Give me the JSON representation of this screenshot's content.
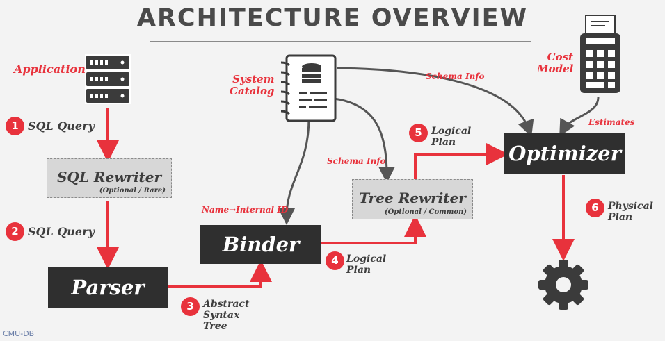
{
  "title": "ARCHITECTURE OVERVIEW",
  "labels": {
    "application": "Application",
    "system_catalog_line1": "System",
    "system_catalog_line2": "Catalog",
    "cost_model_line1": "Cost",
    "cost_model_line2": "Model",
    "schema_info_top": "Schema Info",
    "schema_info_mid": "Schema Info",
    "estimates": "Estimates",
    "name_internal_id": "Name→Internal ID"
  },
  "steps": [
    {
      "num": "1",
      "line1": "SQL Query",
      "line2": "",
      "line3": ""
    },
    {
      "num": "2",
      "line1": "SQL Query",
      "line2": "",
      "line3": ""
    },
    {
      "num": "3",
      "line1": "Abstract",
      "line2": "Syntax",
      "line3": "Tree"
    },
    {
      "num": "4",
      "line1": "Logical",
      "line2": "Plan",
      "line3": ""
    },
    {
      "num": "5",
      "line1": "Logical",
      "line2": "Plan",
      "line3": ""
    },
    {
      "num": "6",
      "line1": "Physical",
      "line2": "Plan",
      "line3": ""
    }
  ],
  "boxes": {
    "sql_rewriter": {
      "title": "SQL Rewriter",
      "sub": "(Optional / Rare)"
    },
    "parser": {
      "title": "Parser"
    },
    "binder": {
      "title": "Binder"
    },
    "tree_rewriter": {
      "title": "Tree Rewriter",
      "sub": "(Optional / Common)"
    },
    "optimizer": {
      "title": "Optimizer"
    }
  },
  "footer": "CMU-DB",
  "colors": {
    "accent": "#e8323c",
    "dark_box": "#2f2f2f",
    "light_box": "#d7d7d7",
    "text": "#3d3d3d"
  }
}
